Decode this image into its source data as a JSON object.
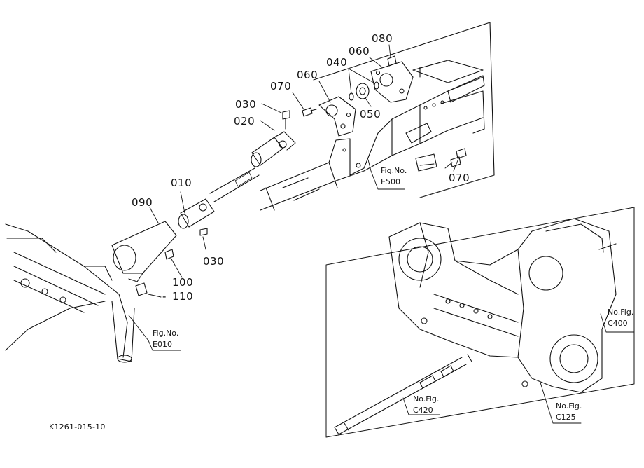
{
  "parts": {
    "p010": "010",
    "p020": "020",
    "p030a": "030",
    "p030b": "030",
    "p040": "040",
    "p050": "050",
    "p060a": "060",
    "p060b": "060",
    "p070a": "070",
    "p070b": "070",
    "p080": "080",
    "p090": "090",
    "p100": "100",
    "p110": "110"
  },
  "refs": {
    "e500": {
      "line1": "Fig.No.",
      "line2": "E500"
    },
    "e010": {
      "line1": "Fig.No.",
      "line2": "E010"
    },
    "c400": {
      "line1": "No.Fig.",
      "line2": "C400"
    },
    "c420": {
      "line1": "No.Fig.",
      "line2": "C420"
    },
    "c125": {
      "line1": "No.Fig.",
      "line2": "C125"
    }
  },
  "drawing_code": "K1261-015-10"
}
